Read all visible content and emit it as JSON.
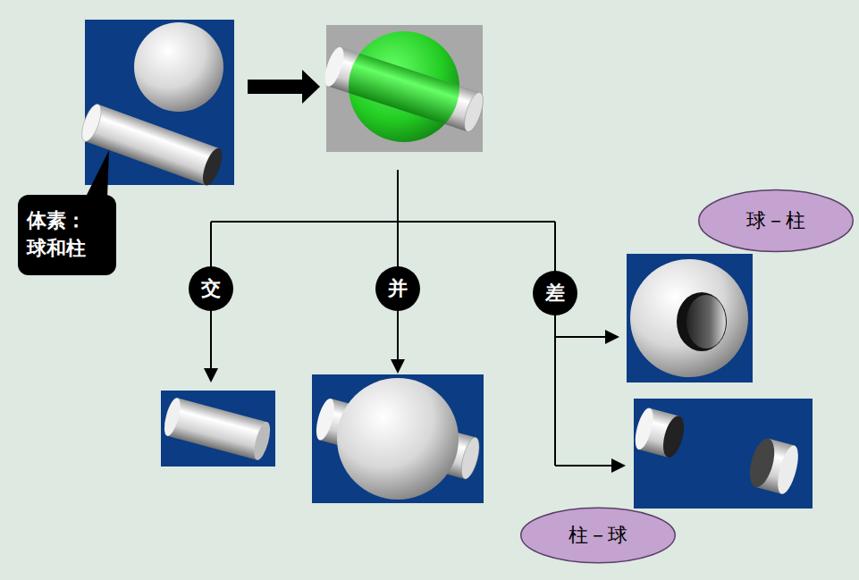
{
  "diagram": {
    "nodes": [
      {
        "text": [
          "体素： 球和柱"
        ]
      },
      {
        "text": [
          "交"
        ]
      },
      {
        "text": [
          "并"
        ]
      },
      {
        "text": [
          "差"
        ]
      },
      {
        "text": [
          "球－柱"
        ]
      },
      {
        "text": [
          "柱－球"
        ]
      }
    ]
  }
}
